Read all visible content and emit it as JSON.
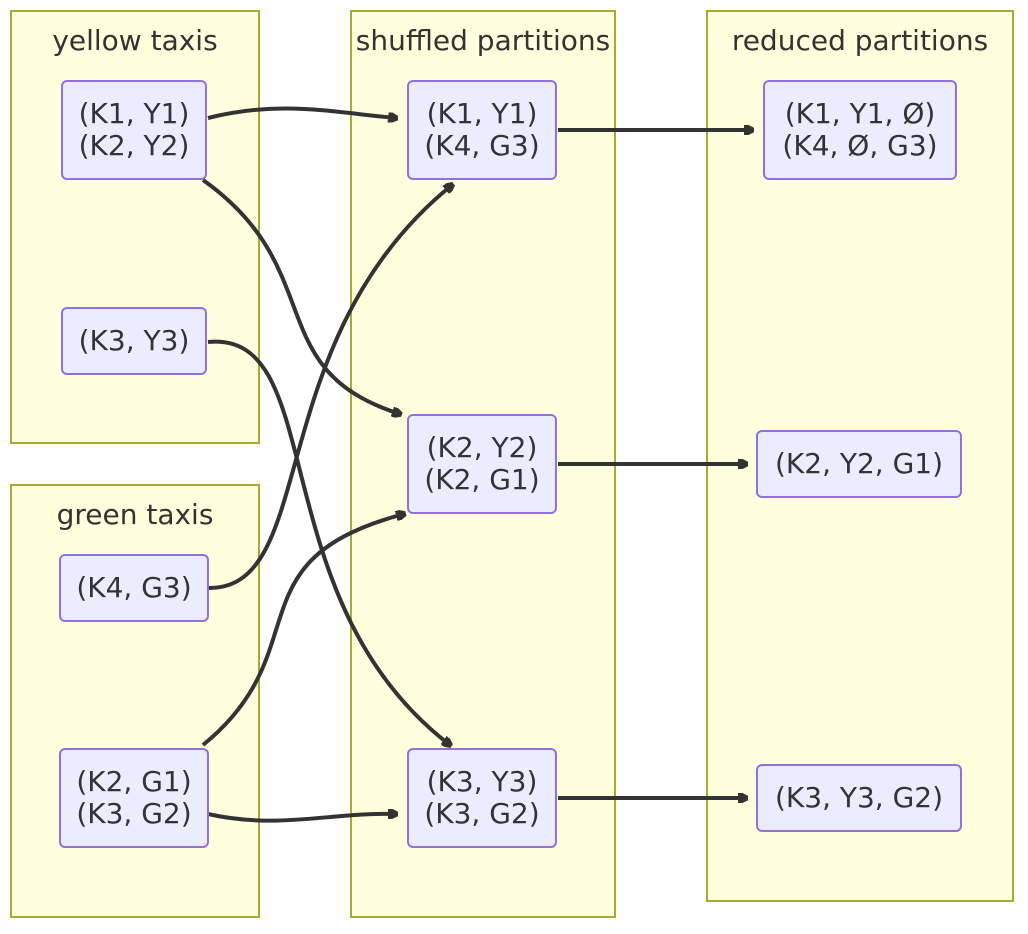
{
  "groups": {
    "yellow": {
      "title": "yellow taxis"
    },
    "green": {
      "title": "green taxis"
    },
    "shuffled": {
      "title": "shuffled partitions"
    },
    "reduced": {
      "title": "reduced partitions"
    }
  },
  "nodes": {
    "y1": {
      "lines": [
        "(K1, Y1)",
        "(K2, Y2)"
      ]
    },
    "y2": {
      "lines": [
        "(K3, Y3)"
      ]
    },
    "g1": {
      "lines": [
        "(K4, G3)"
      ]
    },
    "g2": {
      "lines": [
        "(K2, G1)",
        "(K3, G2)"
      ]
    },
    "s1": {
      "lines": [
        "(K1, Y1)",
        "(K4, G3)"
      ]
    },
    "s2": {
      "lines": [
        "(K2, Y2)",
        "(K2, G1)"
      ]
    },
    "s3": {
      "lines": [
        "(K3, Y3)",
        "(K3, G2)"
      ]
    },
    "r1": {
      "lines": [
        "(K1, Y1, Ø)",
        "(K4, Ø, G3)"
      ]
    },
    "r2": {
      "lines": [
        "(K2, Y2, G1)"
      ]
    },
    "r3": {
      "lines": [
        "(K3, Y3, G2)"
      ]
    }
  },
  "edges": [
    {
      "from": "y1",
      "to": "s1"
    },
    {
      "from": "y1",
      "to": "s2"
    },
    {
      "from": "y2",
      "to": "s3"
    },
    {
      "from": "g1",
      "to": "s1"
    },
    {
      "from": "g2",
      "to": "s2"
    },
    {
      "from": "g2",
      "to": "s3"
    },
    {
      "from": "s1",
      "to": "r1"
    },
    {
      "from": "s2",
      "to": "r2"
    },
    {
      "from": "s3",
      "to": "r3"
    }
  ],
  "colors": {
    "group_fill": "#ffffde",
    "group_border": "#aaaa33",
    "node_fill": "#ececff",
    "node_border": "#9370db",
    "edge": "#333333",
    "text": "#333333"
  }
}
